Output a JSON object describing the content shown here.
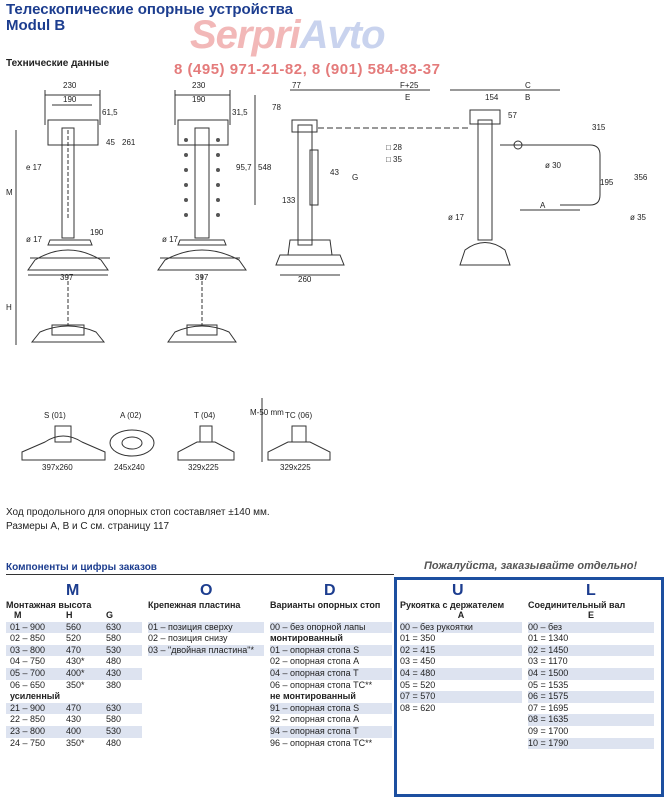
{
  "header": {
    "title_line1": "Телескопические опорные устройства",
    "title_line2": "Modul B",
    "logo_part1": "Serpri",
    "logo_part2": "Avto",
    "phones": "8 (495) 971-21-82, 8 (901) 584-83-37",
    "subhead": "Технические данные"
  },
  "drawing": {
    "dims": {
      "d230a": "230",
      "d190a": "190",
      "d615a": "61,5",
      "d45": "45",
      "d261": "261",
      "dM": "M",
      "de17": "e 17",
      "do17a": "ø 17",
      "d190b": "190",
      "d397a": "397",
      "dH": "H",
      "d230b": "230",
      "d190c": "190",
      "d315": "31,5",
      "d957": "95,7",
      "d548": "548",
      "do17b": "ø 17",
      "d397b": "397",
      "d77": "77",
      "dFE": "F+25",
      "dE": "E",
      "dC": "C",
      "dB": "B",
      "d78": "78",
      "d28": "□ 28",
      "d35": "□ 35",
      "d133": "133",
      "d43": "43",
      "dG": "G",
      "d260": "260",
      "d154": "154",
      "d57": "57",
      "d30": "ø 30",
      "d315b": "315",
      "d195": "195",
      "d356": "356",
      "dA": "A",
      "do17c": "ø 17",
      "d35b": "ø 35",
      "d450mm": "M-50 mm"
    },
    "feet": [
      {
        "label": "S (01)",
        "size": "397x260"
      },
      {
        "label": "A (02)",
        "size": "245x240"
      },
      {
        "label": "T (04)",
        "size": "329x225"
      },
      {
        "label": "TC (06)",
        "size": "329x225"
      }
    ]
  },
  "notes": {
    "line1": "Ход продольного для опорных стоп составляет ±140 мм.",
    "line2": "Размеры A, B и C см. страницу 117"
  },
  "components": {
    "heading": "Компоненты и цифры заказов",
    "please": "Пожалуйста, заказывайте отдельно!"
  },
  "letters": {
    "M": "M",
    "O": "O",
    "D": "D",
    "U": "U",
    "L": "L"
  },
  "col_m": {
    "title": "Монтажная высота",
    "h1": "M",
    "h2": "H",
    "h3": "G",
    "rows": [
      [
        "01 – 900",
        "560",
        "630"
      ],
      [
        "02 – 850",
        "520",
        "580"
      ],
      [
        "03 – 800",
        "470",
        "530"
      ],
      [
        "04 – 750",
        "430*",
        "480"
      ],
      [
        "05 – 700",
        "400*",
        "430"
      ],
      [
        "06 – 650",
        "350*",
        "380"
      ]
    ],
    "sub": "усиленный",
    "rows2": [
      [
        "21 – 900",
        "470",
        "630"
      ],
      [
        "22 – 850",
        "430",
        "580"
      ],
      [
        "23 – 800",
        "400",
        "530"
      ],
      [
        "24 – 750",
        "350*",
        "480"
      ]
    ]
  },
  "col_o": {
    "title": "Крепежная пластина",
    "rows": [
      "01 – позиция сверху",
      "02 – позиция снизу",
      "03 – \"двойная пластина\"*"
    ]
  },
  "col_d": {
    "title": "Варианты опорных стоп",
    "rows": [
      "00 – без опорной лапы"
    ],
    "sub1": "монтированный",
    "rows1": [
      "01 – опорная стопа S",
      "02 – опорная стопа A",
      "04 – опорная стопа T",
      "06 – опорная стопа TC**"
    ],
    "sub2": "не монтированный",
    "rows2": [
      "91 – опорная стопа S",
      "92 – опорная стопа A",
      "94 – опорная стопа T",
      "96 – опорная стопа TC**"
    ]
  },
  "col_u": {
    "title": "Рукоятка с держателем",
    "sub": "A",
    "rows": [
      "00 – без рукоятки",
      "01 = 350",
      "02 = 415",
      "03 = 450",
      "04 = 480",
      "05 = 520",
      "07 = 570",
      "08 = 620"
    ]
  },
  "col_l": {
    "title": "Соединительный вал",
    "sub": "E",
    "rows": [
      "00 – без",
      "01 = 1340",
      "02 = 1450",
      "03 = 1170",
      "04 = 1500",
      "05 = 1535",
      "06 = 1575",
      "07 = 1695",
      "08 = 1635",
      "09 = 1700",
      "10 = 1790"
    ]
  }
}
